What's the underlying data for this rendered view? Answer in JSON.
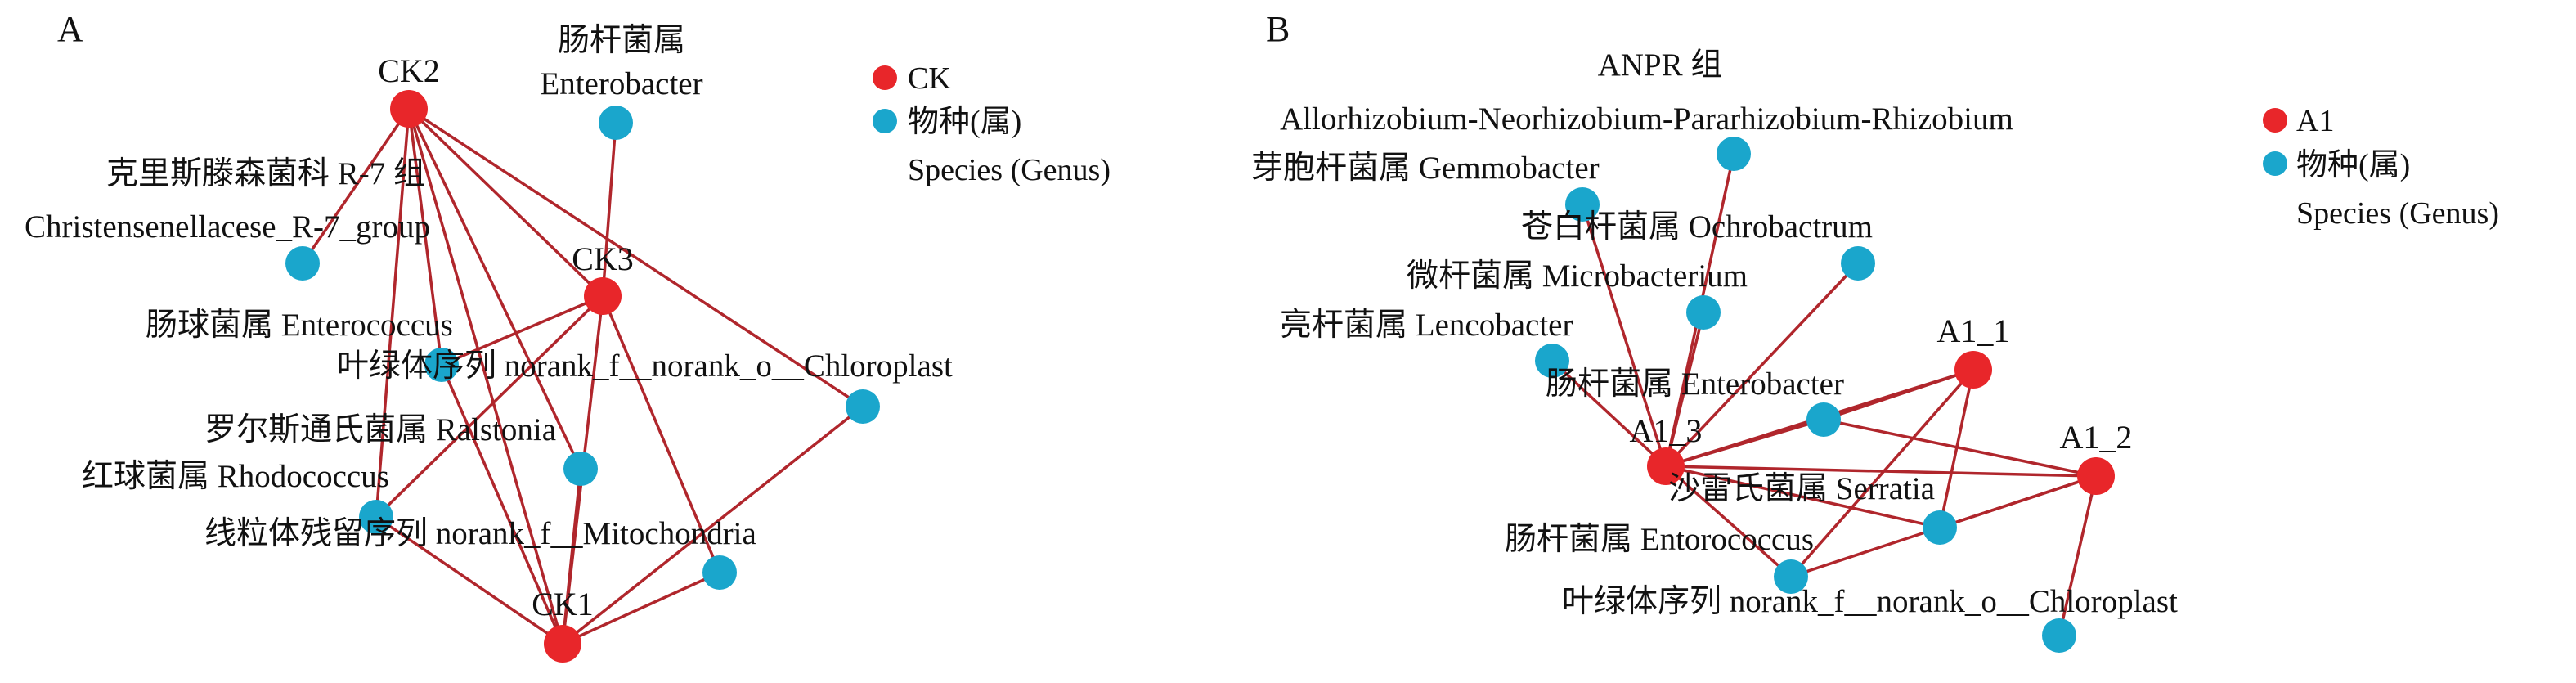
{
  "colors": {
    "edge": "#b0262c",
    "hub": "#e8262a",
    "species": "#1aa6cc"
  },
  "panels": [
    {
      "id": "A",
      "letter": "A",
      "legend": {
        "hub_label": "CK",
        "species_label_1": "物种(属)",
        "species_label_2": "Species (Genus)"
      },
      "nodes": [
        {
          "id": "CK2",
          "type": "hub",
          "label": "CK2"
        },
        {
          "id": "CK3",
          "type": "hub",
          "label": "CK3"
        },
        {
          "id": "CK1",
          "type": "hub",
          "label": "CK1"
        },
        {
          "id": "enterobacter",
          "type": "species",
          "label": [
            "肠杆菌属",
            "Enterobacter"
          ]
        },
        {
          "id": "christensenellaceae",
          "type": "species",
          "label": [
            "克里斯滕森菌科 R-7 组",
            "Christensenellacese_R-7_group"
          ]
        },
        {
          "id": "enterococcus",
          "type": "species",
          "label": [
            "肠球菌属 Enterococcus"
          ]
        },
        {
          "id": "chloroplast",
          "type": "species",
          "label": [
            "叶绿体序列 norank_f__norank_o__Chloroplast"
          ]
        },
        {
          "id": "ralstonia",
          "type": "species",
          "label": [
            "罗尔斯通氏菌属 Ralstonia"
          ]
        },
        {
          "id": "rhodococcus",
          "type": "species",
          "label": [
            "红球菌属 Rhodococcus"
          ]
        },
        {
          "id": "mitochondria",
          "type": "species",
          "label": [
            "线粒体残留序列 norank_f__Mitochondria"
          ]
        }
      ],
      "edges": [
        [
          "CK2",
          "CK3"
        ],
        [
          "CK2",
          "chloroplast"
        ],
        [
          "CK2",
          "christensenellaceae"
        ],
        [
          "CK2",
          "enterococcus"
        ],
        [
          "CK2",
          "ralstonia"
        ],
        [
          "CK2",
          "rhodococcus"
        ],
        [
          "CK2",
          "CK1"
        ],
        [
          "CK3",
          "enterobacter"
        ],
        [
          "CK3",
          "enterococcus"
        ],
        [
          "CK3",
          "rhodococcus"
        ],
        [
          "CK3",
          "mitochondria"
        ],
        [
          "CK3",
          "CK1"
        ],
        [
          "CK1",
          "chloroplast"
        ],
        [
          "CK1",
          "ralstonia"
        ],
        [
          "CK1",
          "rhodococcus"
        ],
        [
          "CK1",
          "mitochondria"
        ],
        [
          "CK1",
          "enterococcus"
        ]
      ]
    },
    {
      "id": "B",
      "letter": "B",
      "legend": {
        "hub_label": "A1",
        "species_label_1": "物种(属)",
        "species_label_2": "Species (Genus)"
      },
      "nodes": [
        {
          "id": "A1_1",
          "type": "hub",
          "label": "A1_1"
        },
        {
          "id": "A1_2",
          "type": "hub",
          "label": "A1_2"
        },
        {
          "id": "A1_3",
          "type": "hub",
          "label": "A1_3"
        },
        {
          "id": "anpr",
          "type": "species",
          "label": [
            "ANPR 组",
            "Allorhizobium-Neorhizobium-Pararhizobium-Rhizobium"
          ]
        },
        {
          "id": "gemmobacter",
          "type": "species",
          "label": [
            "芽胞杆菌属 Gemmobacter"
          ]
        },
        {
          "id": "ochrobactrum",
          "type": "species",
          "label": [
            "苍白杆菌属 Ochrobactrum"
          ]
        },
        {
          "id": "microbacterium",
          "type": "species",
          "label": [
            "微杆菌属 Microbacterium"
          ]
        },
        {
          "id": "lencobacter",
          "type": "species",
          "label": [
            "亮杆菌属 Lencobacter"
          ]
        },
        {
          "id": "enterobacter_b",
          "type": "species",
          "label": [
            "肠杆菌属 Enterobacter"
          ]
        },
        {
          "id": "serratia",
          "type": "species",
          "label": [
            "沙雷氏菌属 Serratia"
          ]
        },
        {
          "id": "entorococcus",
          "type": "species",
          "label": [
            "肠杆菌属 Entorococcus"
          ]
        },
        {
          "id": "chloroplast_b",
          "type": "species",
          "label": [
            "叶绿体序列 norank_f__norank_o__Chloroplast"
          ]
        }
      ],
      "edges": [
        [
          "A1_3",
          "gemmobacter"
        ],
        [
          "A1_3",
          "anpr"
        ],
        [
          "A1_3",
          "ochrobactrum"
        ],
        [
          "A1_3",
          "microbacterium"
        ],
        [
          "A1_3",
          "lencobacter"
        ],
        [
          "A1_3",
          "enterobacter_b"
        ],
        [
          "A1_3",
          "A1_1"
        ],
        [
          "A1_3",
          "A1_2"
        ],
        [
          "A1_3",
          "serratia"
        ],
        [
          "A1_3",
          "entorococcus"
        ],
        [
          "A1_1",
          "enterobacter_b"
        ],
        [
          "A1_1",
          "serratia"
        ],
        [
          "A1_1",
          "entorococcus"
        ],
        [
          "A1_2",
          "enterobacter_b"
        ],
        [
          "A1_2",
          "serratia"
        ],
        [
          "A1_2",
          "entorococcus"
        ],
        [
          "A1_2",
          "chloroplast_b"
        ]
      ]
    }
  ]
}
